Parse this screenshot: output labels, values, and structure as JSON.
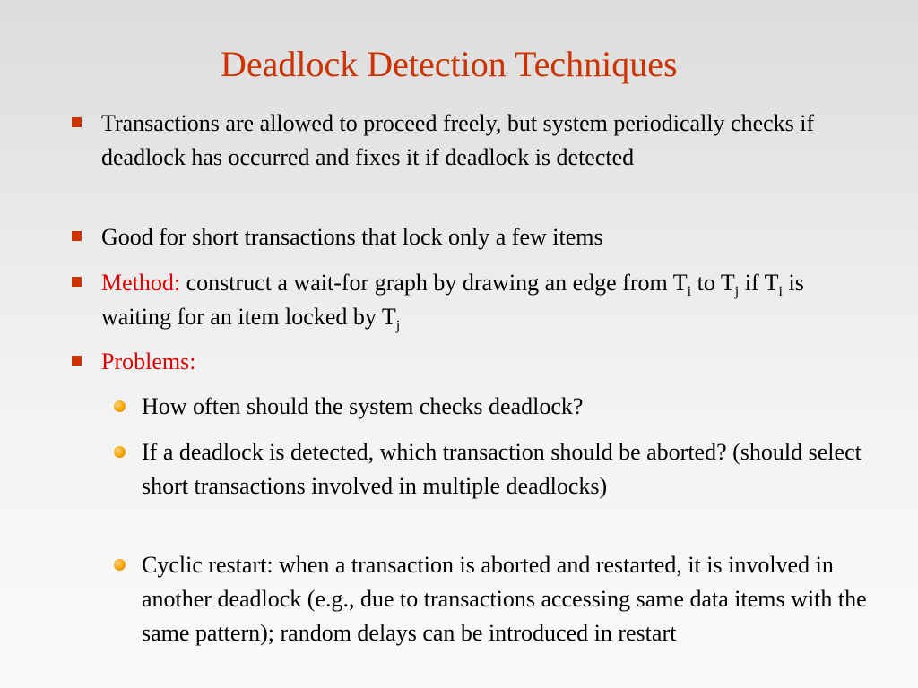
{
  "title": "Deadlock Detection Techniques",
  "bullets": {
    "b1": {
      "text": "Transactions are allowed to proceed freely, but system periodically checks if deadlock has occurred and fixes it if deadlock is detected"
    },
    "b2": {
      "text": "Good for short transactions that lock only a few items"
    },
    "b3": {
      "label": "Method:",
      "t1": " construct a wait-for graph by drawing an edge from T",
      "s1": "i",
      "t2": " to T",
      "s2": "j",
      "t3": " if T",
      "s3": "i",
      "t4": " is waiting for an item locked by T",
      "s4": "j"
    },
    "b4": {
      "label": "Problems:"
    }
  },
  "subbullets": {
    "s1": {
      "text": "How often should the system checks deadlock?"
    },
    "s2": {
      "text": "If a deadlock is detected, which transaction should be aborted? (should select short transactions involved in multiple deadlocks)"
    },
    "s3": {
      "text": "Cyclic restart: when a transaction is aborted and restarted, it is involved in another deadlock (e.g., due to transactions accessing same data items with the same pattern); random delays can be introduced in restart"
    }
  },
  "colors": {
    "title": "#cc3300",
    "bullet_square": "#cc3300",
    "highlight_text": "#dd0000",
    "sub_bullet_dot": "#f5a300"
  },
  "icons": {
    "level1": "square-bullet-icon",
    "level2": "round-bullet-icon"
  }
}
